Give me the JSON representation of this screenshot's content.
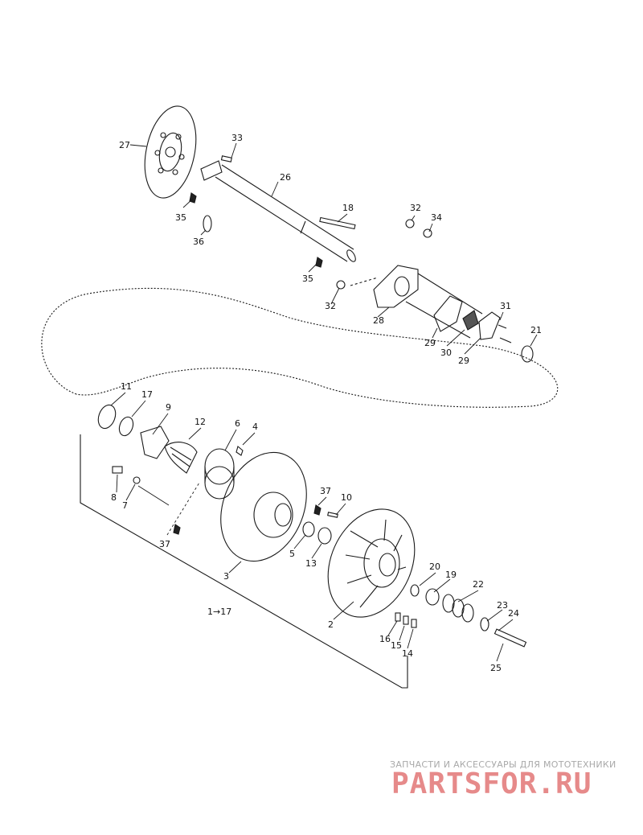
{
  "callouts": [
    "27",
    "33",
    "26",
    "18",
    "32",
    "34",
    "35",
    "36",
    "35",
    "32",
    "28",
    "31",
    "21",
    "29",
    "30",
    "29",
    "11",
    "17",
    "9",
    "12",
    "6",
    "4",
    "8",
    "7",
    "37",
    "10",
    "5",
    "13",
    "3",
    "37",
    "20",
    "19",
    "22",
    "23",
    "24",
    "2",
    "16",
    "15",
    "14",
    "25",
    "1→17"
  ],
  "watermark": {
    "tagline": "ЗАПЧАСТИ И АКСЕССУАРЫ ДЛЯ МОТОТЕХНИКИ",
    "logo": "PARTSFOR.RU",
    "color": "#e68a8a"
  }
}
